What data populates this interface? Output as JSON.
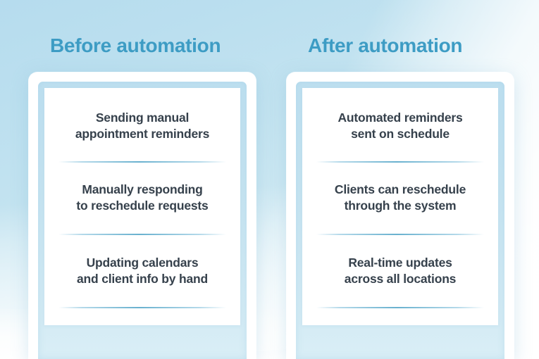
{
  "theme": {
    "heading_color": "#3d9cc4",
    "body_text_color": "#36414c",
    "card_background": "#ffffff",
    "inner_border_color": "#c3e2f0",
    "divider_color": "#54a6c8",
    "page_background_start": "#b6dcee",
    "page_background_end": "#f6fbfd"
  },
  "columns": [
    {
      "heading": "Before automation",
      "items": [
        "Sending manual\nappointment reminders",
        "Manually responding\nto reschedule requests",
        "Updating calendars\nand client info by hand"
      ]
    },
    {
      "heading": "After automation",
      "items": [
        "Automated reminders\nsent on schedule",
        "Clients can reschedule\nthrough the system",
        "Real-time updates\nacross all locations"
      ]
    }
  ]
}
